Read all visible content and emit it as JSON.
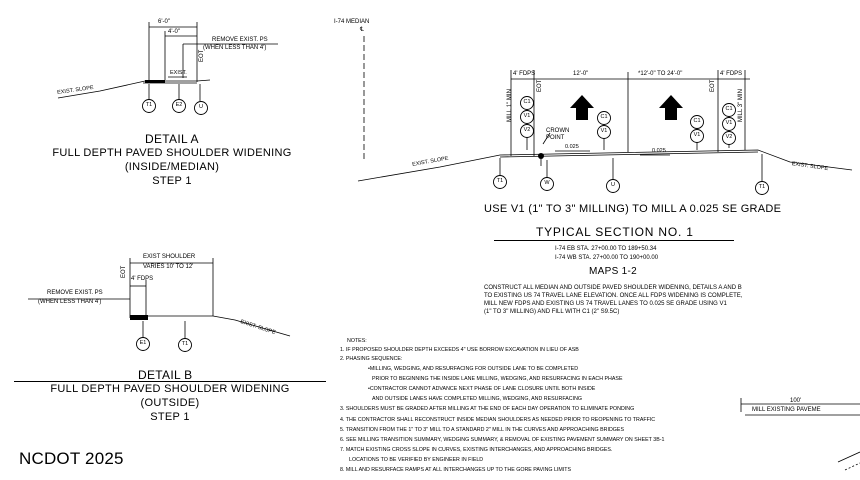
{
  "detail_a": {
    "dim_6": "6'-0\"",
    "dim_4": "4'-0\"",
    "remove_1": "REMOVE EXIST. PS",
    "remove_2": "(WHEN LESS THAN 4')",
    "eot": "EOT",
    "exist": "EXIST.",
    "exist_slope": "EXIST. SLOPE",
    "callouts": [
      "T1",
      "E2",
      "U"
    ],
    "title": "DETAIL A",
    "caption_1": "FULL DEPTH PAVED SHOULDER WIDENING",
    "caption_2": "(INSIDE/MEDIAN)",
    "caption_3": "STEP 1"
  },
  "detail_b": {
    "exist_shoulder": "EXIST SHOULDER",
    "varies": "VARIES 10' TO 12'",
    "fdps": "4' FDPS",
    "eot": "EOT",
    "remove_1": "REMOVE EXIST. PS",
    "remove_2": "(WHEN LESS THAN 4')",
    "exist_slope": "EXIST. SLOPE",
    "callouts": [
      "E1",
      "T1"
    ],
    "title": "DETAIL B",
    "caption_1": "FULL DEPTH PAVED SHOULDER WIDENING",
    "caption_2": "(OUTSIDE)",
    "caption_3": "STEP 1"
  },
  "typical": {
    "median": "I-74 MEDIAN",
    "cl": "℄",
    "fdps_left": "4' FDPS",
    "lane_left": "12'-0\"",
    "lane_right": "*12'-0\" TO 24'-0\"",
    "fdps_right": "4' FDPS",
    "eot": "EOT",
    "mill_left": "MILL 1\" MIN",
    "mill_right": "MILL 3\" MIN",
    "crown_1": "CROWN",
    "crown_2": "POINT",
    "grade_1": "0.025",
    "grade_2": "0.025",
    "exist_slope": "EXIST. SLOPE",
    "stack_left": [
      "C1",
      "V1",
      "V2"
    ],
    "stack_mid": [
      "C1",
      "V1"
    ],
    "stack_right_a": [
      "C1",
      "V1"
    ],
    "stack_right_b": [
      "C1",
      "V1",
      "V2"
    ],
    "bottom_callouts": [
      "T1",
      "W",
      "U",
      "T1"
    ],
    "use_note": "USE V1 (1\" TO 3\" MILLING) TO MILL A 0.025 SE GRADE",
    "section_title": "TYPICAL SECTION NO. 1",
    "sta_1": "I-74 EB STA. 27+00.00 TO 189+50.34",
    "sta_2": "I-74 WB STA. 27+00.00 TO 190+00.00",
    "maps": "MAPS 1-2",
    "construct": [
      "CONSTRUCT ALL MEDIAN AND OUTSIDE PAVED SHOULDER WIDENING, DETAILS A AND B",
      "TO EXISTING US 74 TRAVEL LANE ELEVATION. ONCE ALL FDPS WIDENING IS COMPLETE,",
      "MILL NEW FDPS AND EXISTING US 74 TRAVEL LANES TO 0.025 SE GRADE USING V1",
      "(1\" TO 3\" MILLING) AND FILL WITH C1 (2\" S9.5C)"
    ]
  },
  "notes": [
    "NOTES:",
    "1. IF PROPOSED SHOULDER DEPTH EXCEEDS 4\" USE BORROW EXCAVATION IN LIEU OF ASB",
    "2. PHASING SEQUENCE:",
    "•MILLING, WEDGING, AND RESURFACING FOR OUTSIDE LANE TO BE COMPLETED",
    "PRIOR TO BEGINNING THE INSIDE LANE MILLING, WEDGING, AND RESURFACING IN EACH PHASE",
    "•CONTRACTOR CANNOT ADVANCE NEXT PHASE OF LANE CLOSURE UNTIL BOTH INSIDE",
    "AND OUTSIDE LANES HAVE COMPLETED MILLING, WEDGING, AND RESURFACING",
    "3. SHOULDERS MUST BE GRADED AFTER MILLING AT THE END OF EACH DAY OPERATION TO ELIMINATE PONDING",
    "4. THE CONTRACTOR SHALL RECONSTRUCT INSIDE MEDIAN SHOULDERS AS NEEDED PRIOR TO REOPENING TO TRAFFIC",
    "5. TRANSITION FROM THE 1\" TO 3\" MILL TO A STANDARD 2\" MILL IN THE CURVES AND APPROACHING BRIDGES",
    "6. SEE MILLING TRANSITION SUMMARY, WEDGING SUMMARY, & REMOVAL OF EXISTING PAVEMENT SUMMARY ON SHEET 3B-1",
    "7. MATCH EXISTING CROSS SLOPE IN CURVES, EXISTING INTERCHANGES, AND APPROACHING BRIDGES.",
    "LOCATIONS TO BE VERIFIED BY ENGINEER IN FIELD",
    "8. MILL AND RESURFACE RAMPS AT ALL INTERCHANGES UP TO THE GORE PAVING LIMITS"
  ],
  "partial": {
    "dim": "100'",
    "label": "MILL EXISTING PAVEME"
  },
  "brand": "NCDOT 2025"
}
